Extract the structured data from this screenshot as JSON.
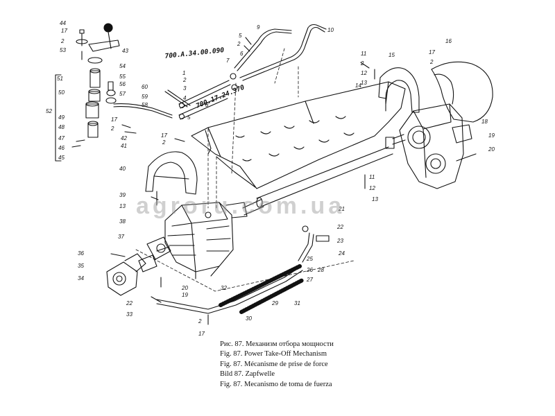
{
  "captions": [
    "Рис. 87. Механизм отбора мощности",
    "Fig. 87. Power Take-Off Mechanism",
    "Fig. 87. Mécanisme de prise de force",
    "Bild 87. Zapfwelle",
    "Fig. 87. Mecanismo de toma de fuerza"
  ],
  "part_numbers": {
    "drawing_1": "700.А.34.00.090",
    "drawing_2": "700.17.24.370"
  },
  "watermark": "agroru.com.ua",
  "callouts": [
    "1",
    "2",
    "3",
    "4",
    "5",
    "6",
    "7",
    "8",
    "9",
    "10",
    "11",
    "12",
    "13",
    "14",
    "15",
    "16",
    "17",
    "18",
    "19",
    "20",
    "21",
    "22",
    "23",
    "24",
    "25",
    "26",
    "27",
    "28",
    "29",
    "30",
    "31",
    "32",
    "33",
    "34",
    "35",
    "36",
    "37",
    "38",
    "39",
    "40",
    "41",
    "42",
    "43",
    "44",
    "45",
    "46",
    "47",
    "48",
    "49",
    "50",
    "51",
    "52",
    "53",
    "54",
    "55",
    "56",
    "57",
    "58",
    "59",
    "60"
  ],
  "colors": {
    "ink": "#111111",
    "paper": "#ffffff",
    "watermark": "#969696"
  }
}
